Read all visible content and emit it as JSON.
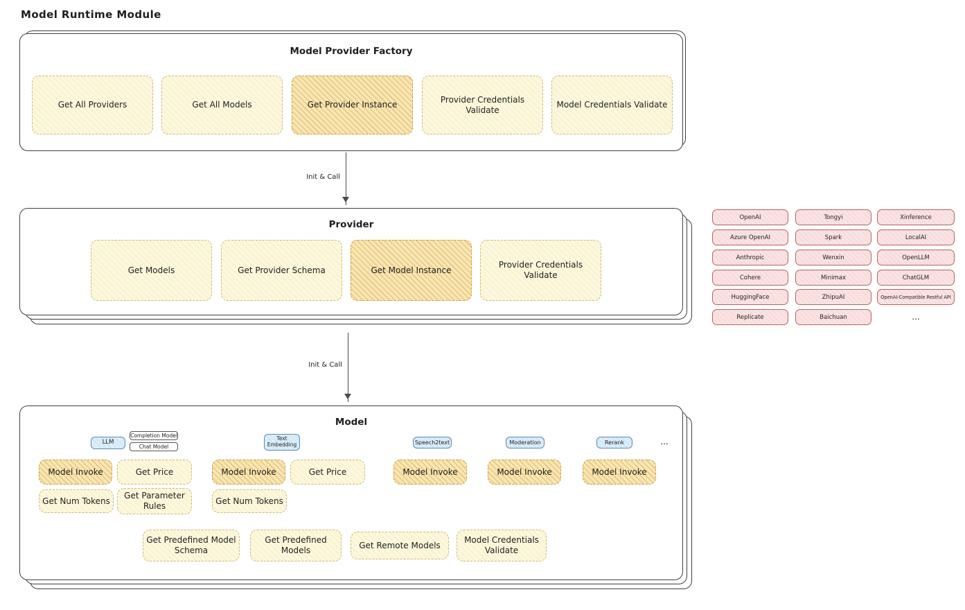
{
  "page": {
    "title": "Model Runtime Module"
  },
  "colors": {
    "yellow_fill": "#fdf8dc",
    "yellow_border": "#c9b97e",
    "orange_fill": "#f8e7b4",
    "orange_border": "#c99b3f",
    "pink_fill": "#fbe3e3",
    "pink_border": "#b86161",
    "blue_fill": "#dbeefb",
    "blue_border": "#5b8bb0",
    "outline": "#3f3f3f"
  },
  "factory": {
    "title": "Model Provider Factory",
    "items": [
      "Get All Providers",
      "Get All Models",
      "Get Provider Instance",
      "Provider Credentials Validate",
      "Model Credentials Validate"
    ]
  },
  "arrows": [
    "Init & Call",
    "Init & Call"
  ],
  "provider": {
    "title": "Provider",
    "items": [
      "Get Models",
      "Get Provider Schema",
      "Get Model Instance",
      "Provider Credentials Validate"
    ]
  },
  "providers_grid": {
    "columns": [
      [
        "OpenAI",
        "Azure OpenAI",
        "Anthropic",
        "Cohere",
        "HuggingFace",
        "Replicate"
      ],
      [
        "Tongyi",
        "Spark",
        "Wenxin",
        "Minimax",
        "ZhipuAI",
        "Baichuan"
      ],
      [
        "Xinference",
        "LocalAI",
        "OpenLLM",
        "ChatGLM",
        "OpenAI-Compatible Restful API"
      ]
    ],
    "more": "..."
  },
  "model": {
    "title": "Model",
    "type_tags": [
      "LLM",
      "Completion Model",
      "Chat Model",
      "Text Embedding",
      "Speech2text",
      "Moderation",
      "Rerank"
    ],
    "more": "...",
    "row1": [
      "Model Invoke",
      "Get Price",
      "Model Invoke",
      "Get Price",
      "Model Invoke",
      "Model Invoke",
      "Model Invoke"
    ],
    "row2": [
      "Get Num Tokens",
      "Get Parameter Rules",
      "Get Num Tokens"
    ],
    "row3": [
      "Get Predefined Model Schema",
      "Get Predefined Models",
      "Get Remote Models",
      "Model Credentials Validate"
    ]
  }
}
